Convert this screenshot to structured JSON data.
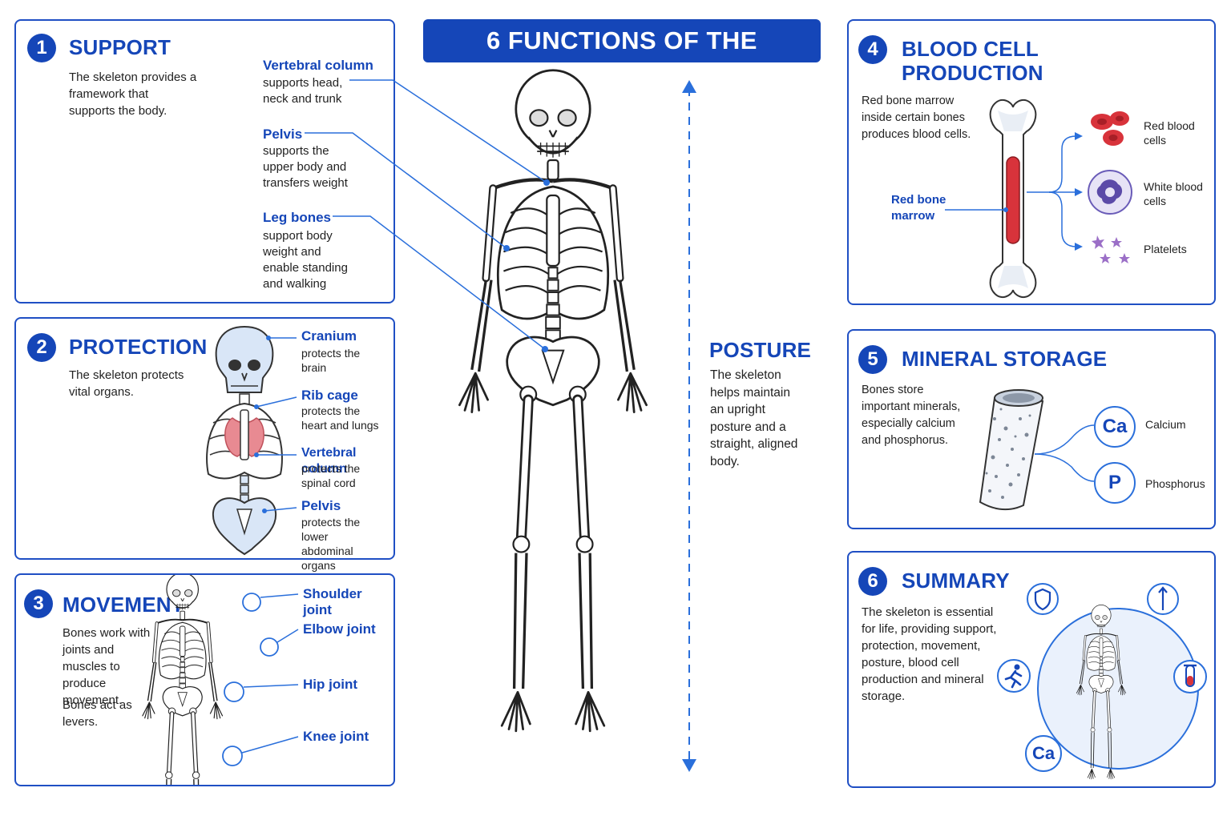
{
  "banner": {
    "title": "6 FUNCTIONS OF THE SKELETON"
  },
  "support": {
    "number": "1",
    "title": "SUPPORT",
    "text": "The skeleton provides a framework that supports the body.",
    "labels": [
      {
        "title": "Vertebral column",
        "text": "supports head, neck and trunk"
      },
      {
        "title": "Pelvis",
        "text": "supports the upper body and transfers weight"
      },
      {
        "title": "Leg bones",
        "text": "support body weight and enable standing and walking"
      }
    ]
  },
  "protection": {
    "number": "2",
    "title": "PROTECTION",
    "text": "The skeleton protects vital organs.",
    "labels": [
      {
        "title": "Cranium",
        "text": "protects the brain"
      },
      {
        "title": "Rib cage",
        "text": "protects the heart and lungs"
      },
      {
        "title": "Vertebral column",
        "text": "protects the spinal cord"
      },
      {
        "title": "Pelvis",
        "text": "protects the lower abdominal organs"
      }
    ]
  },
  "movement": {
    "number": "3",
    "title": "MOVEMENT",
    "text1": "Bones work with joints and muscles to produce movement.",
    "text2": "Bones act as levers.",
    "labels": [
      "Shoulder joint",
      "Elbow joint",
      "Hip joint",
      "Knee joint"
    ]
  },
  "posture": {
    "title": "POSTURE",
    "text": "The skeleton helps maintain an upright posture and a straight, aligned body."
  },
  "blood": {
    "number": "4",
    "title_line1": "BLOOD CELL",
    "title_line2": "PRODUCTION",
    "text": "Red bone marrow inside certain bones produces blood cells.",
    "marrow_label": "Red bone marrow",
    "cells": [
      "Red blood cells",
      "White blood cells",
      "Platelets"
    ]
  },
  "mineral": {
    "number": "5",
    "title": "MINERAL STORAGE",
    "text": "Bones store important minerals, especially calcium and phosphorus.",
    "minerals": [
      {
        "symbol": "Ca",
        "name": "Calcium"
      },
      {
        "symbol": "P",
        "name": "Phosphorus"
      }
    ]
  },
  "summary": {
    "number": "6",
    "title": "SUMMARY",
    "text": "The skeleton is essential for life, providing support, protection, movement, posture, blood cell production and mineral storage.",
    "ca_symbol": "Ca"
  },
  "colors": {
    "accent": "#1546b8",
    "line": "#2a6fdb",
    "marrow": "#d8333b",
    "bone_fill": "#d9e6f7"
  }
}
